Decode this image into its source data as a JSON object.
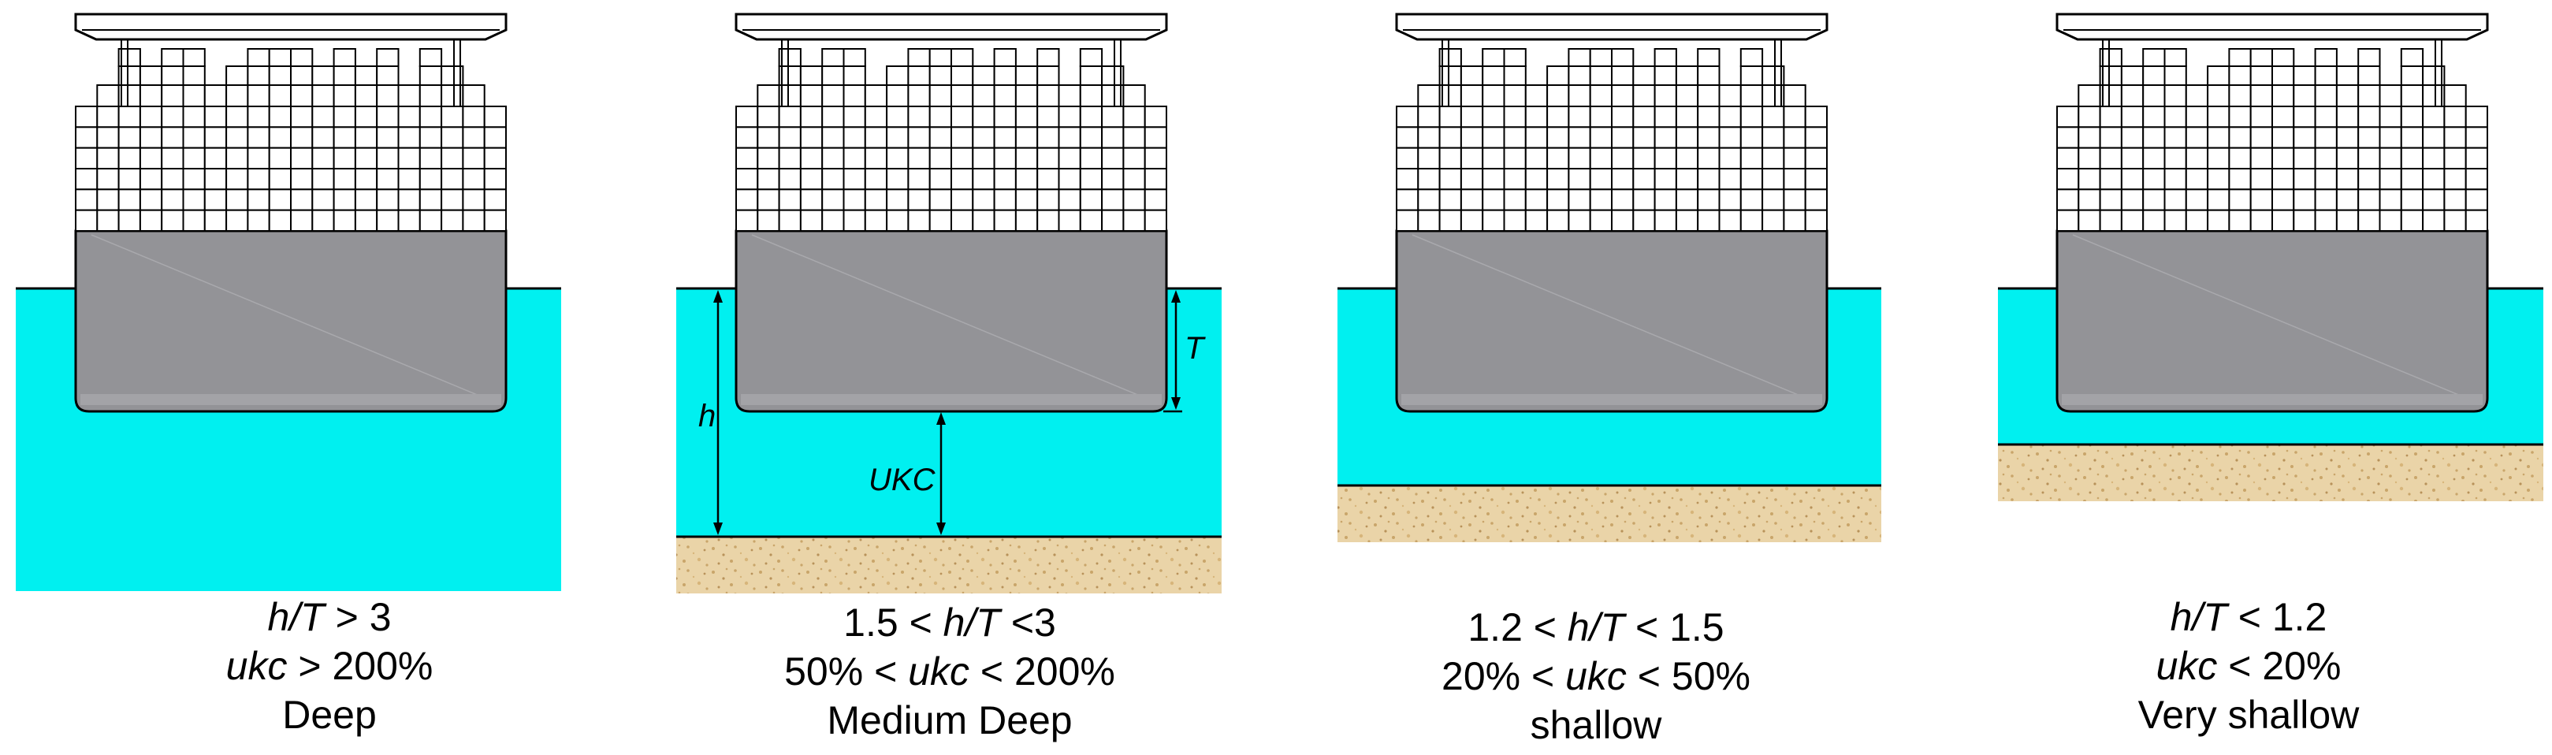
{
  "colors": {
    "water": "#00f0f0",
    "hull": "#939397",
    "seabed": "#ead4a8",
    "sand_speck": "#c9a56a",
    "outline": "#000000"
  },
  "panels": [
    {
      "id": "deep",
      "caption": [
        {
          "pre": "",
          "ital": "h/T",
          "post": " > 3"
        },
        {
          "pre": "",
          "ital": "ukc",
          "post": " > 200%"
        },
        {
          "pre": "Deep",
          "ital": "",
          "post": ""
        }
      ]
    },
    {
      "id": "medium-deep",
      "labels": {
        "h": "h",
        "T": "T",
        "ukc": "UKC"
      },
      "caption": [
        {
          "pre": "1.5 < ",
          "ital": "h/T",
          "post": " <3"
        },
        {
          "pre": "50% < ",
          "ital": "ukc",
          "post": " < 200%"
        },
        {
          "pre": "Medium Deep",
          "ital": "",
          "post": ""
        }
      ]
    },
    {
      "id": "shallow",
      "caption": [
        {
          "pre": "1.2 < ",
          "ital": "h/T",
          "post": " < 1.5"
        },
        {
          "pre": "20% < ",
          "ital": "ukc",
          "post": " < 50%"
        },
        {
          "pre": "shallow",
          "ital": "",
          "post": ""
        }
      ]
    },
    {
      "id": "very-shallow",
      "caption": [
        {
          "pre": "",
          "ital": "h/T",
          "post": " < 1.2"
        },
        {
          "pre": "",
          "ital": "ukc",
          "post": " < 20%"
        },
        {
          "pre": "Very shallow",
          "ital": "",
          "post": ""
        }
      ]
    }
  ]
}
